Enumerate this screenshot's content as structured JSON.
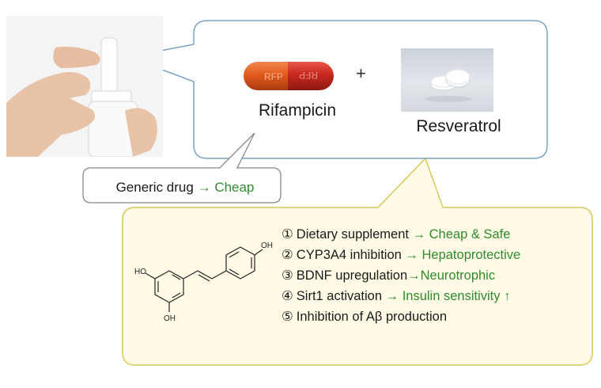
{
  "drugs": {
    "rifampicin": {
      "label": "Rifampicin",
      "capsule_text": "RFP"
    },
    "resveratrol": {
      "label": "Resveratrol"
    },
    "plus": "+"
  },
  "generic": {
    "prefix": "Generic drug",
    "arrow": "→",
    "result": "Cheap"
  },
  "structure": {
    "ho_left": "HO",
    "oh_bottom": "OH",
    "oh_top": "OH"
  },
  "benefits": [
    {
      "num": "①",
      "text": "Dietary supplement",
      "arrow": "→",
      "effect": "Cheap & Safe"
    },
    {
      "num": "②",
      "text": "CYP3A4 inhibition",
      "arrow": "→",
      "effect": "Hepatoprotective"
    },
    {
      "num": "③",
      "text": "BDNF upregulation",
      "arrow": "→",
      "effect": "Neurotrophic"
    },
    {
      "num": "④",
      "text": "Sirt1 activation",
      "arrow": "→",
      "effect": "Insulin sensitivity ↑"
    },
    {
      "num": "⑤",
      "text": "Inhibition of Aβ production",
      "arrow": "",
      "effect": ""
    }
  ],
  "colors": {
    "bubble_border": "#7aa3c8",
    "benefits_border": "#d9c85a",
    "benefits_fill": "#fffbe6",
    "effect_text": "#2e8b2e",
    "capsule_left": "#e25b1d",
    "capsule_right": "#c8281e"
  }
}
